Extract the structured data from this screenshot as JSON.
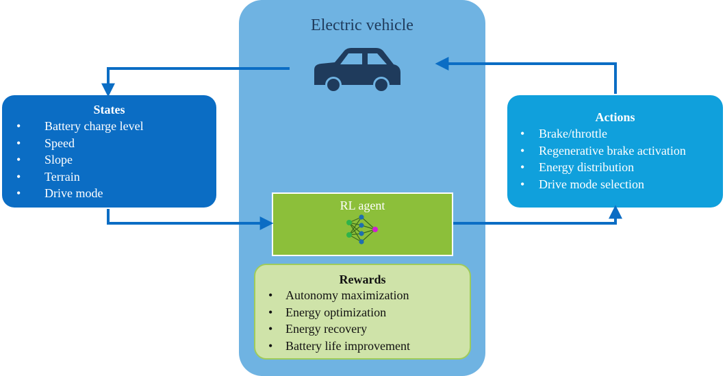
{
  "electric_vehicle": {
    "title": "Electric vehicle"
  },
  "states": {
    "title": "States",
    "bullet": "•",
    "items": [
      "Battery charge level",
      "Speed",
      "Slope",
      "Terrain",
      "Drive mode"
    ]
  },
  "actions": {
    "title": "Actions",
    "bullet": "•",
    "items": [
      "Brake/throttle",
      "Regenerative brake activation",
      "Energy distribution",
      "Drive mode selection"
    ]
  },
  "rl_agent": {
    "title": "RL agent"
  },
  "rewards": {
    "title": "Rewards",
    "bullet": "•",
    "items": [
      "Autonomy maximization",
      "Energy optimization",
      "Energy recovery",
      "Battery life improvement"
    ]
  },
  "icons": {
    "vehicle": "car-icon",
    "agent": "neural-network-icon"
  },
  "colors": {
    "ev_panel": "#6fb3e2",
    "states_box": "#0b6dc4",
    "actions_box": "#10a0dc",
    "rl_box": "#8cbf3a",
    "rewards_box": "#cfe3a9",
    "arrow": "#0b6dc4",
    "car": "#1f3b5c"
  }
}
